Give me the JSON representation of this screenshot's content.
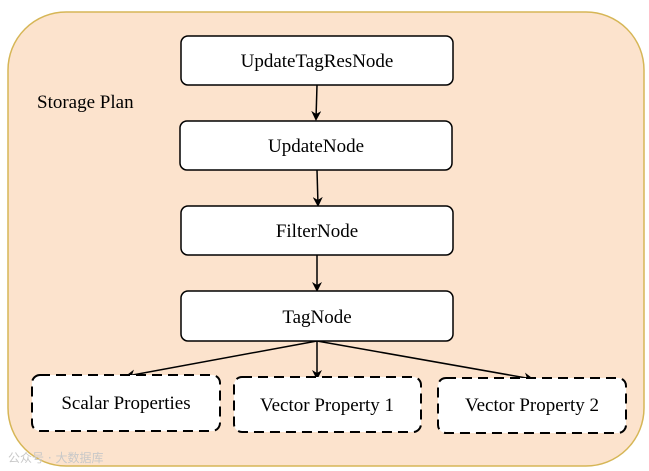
{
  "diagram": {
    "container": {
      "label": "Storage Plan",
      "fill": "#fce3cd",
      "stroke": "#d6b656"
    },
    "nodes": [
      {
        "id": "update-tag-res",
        "label": "UpdateTagResNode"
      },
      {
        "id": "update",
        "label": "UpdateNode"
      },
      {
        "id": "filter",
        "label": "FilterNode"
      },
      {
        "id": "tag",
        "label": "TagNode"
      }
    ],
    "properties": [
      {
        "id": "scalar",
        "label": "Scalar Properties"
      },
      {
        "id": "vector-1",
        "label": "Vector Property 1"
      },
      {
        "id": "vector-2",
        "label": "Vector Property 2"
      }
    ],
    "edges": [
      {
        "from": "update-tag-res",
        "to": "update"
      },
      {
        "from": "update",
        "to": "filter"
      },
      {
        "from": "filter",
        "to": "tag"
      },
      {
        "from": "tag",
        "to": "scalar"
      },
      {
        "from": "tag",
        "to": "vector-1"
      },
      {
        "from": "tag",
        "to": "vector-2"
      }
    ],
    "watermark": "公众号 · 大数据库"
  }
}
